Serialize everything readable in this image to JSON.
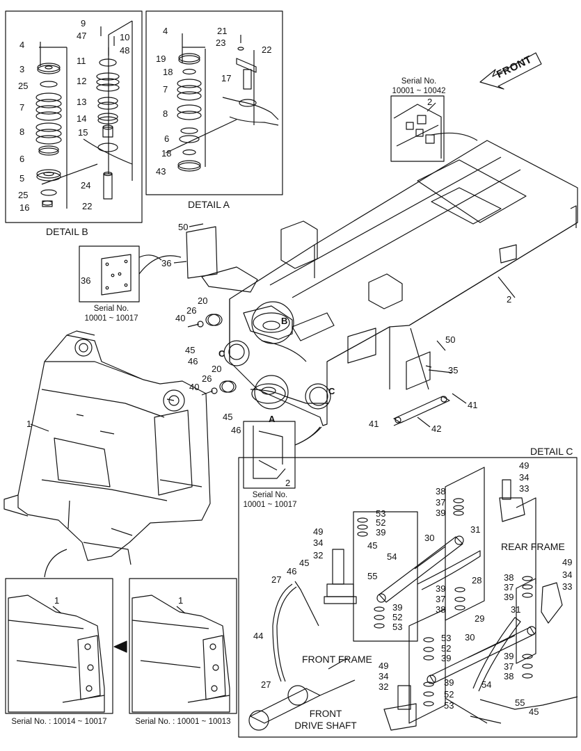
{
  "detail_titles": {
    "detail_a": "DETAIL A",
    "detail_b": "DETAIL B",
    "detail_c": "DETAIL C"
  },
  "captions": {
    "serial_top_right": [
      "Serial No.",
      "10001 ~ 10042"
    ],
    "serial_left_plate": [
      "Serial No.",
      "10001 ~ 10017"
    ],
    "serial_mid_bracket": [
      "Serial No.",
      "10001 ~ 10017"
    ],
    "serial_bottom_left": "Serial No. : 10014 ~ 10017",
    "serial_bottom_mid": "Serial No. : 10001 ~ 10013"
  },
  "direction_arrow": "FRONT",
  "zone_labels": {
    "rear_frame": "REAR FRAME",
    "front_frame": "FRONT FRAME",
    "front_drive_shaft": [
      "FRONT",
      "DRIVE SHAFT"
    ]
  },
  "callouts": {
    "detail_b": [
      "4",
      "3",
      "25",
      "7",
      "8",
      "6",
      "5",
      "25",
      "16",
      "9",
      "47",
      "10",
      "48",
      "11",
      "12",
      "13",
      "14",
      "15",
      "24",
      "22"
    ],
    "detail_a": [
      "4",
      "19",
      "18",
      "7",
      "8",
      "6",
      "18",
      "43",
      "21",
      "23",
      "22",
      "17"
    ],
    "serial_top_right": [
      "2"
    ],
    "main": [
      "50",
      "36",
      "36",
      "20",
      "26",
      "40",
      "B",
      "C",
      "45",
      "46",
      "20",
      "26",
      "40",
      "45",
      "46",
      "1",
      "A",
      "C",
      "2",
      "50",
      "35",
      "41",
      "41",
      "42",
      "2"
    ],
    "detail_c": [
      "49",
      "34",
      "33",
      "38",
      "37",
      "39",
      "53",
      "52",
      "39",
      "49",
      "34",
      "32",
      "45",
      "54",
      "55",
      "30",
      "31",
      "28",
      "39",
      "52",
      "53",
      "39",
      "37",
      "38",
      "38",
      "37",
      "39",
      "49",
      "34",
      "33",
      "46",
      "45",
      "27",
      "44",
      "31",
      "29",
      "30",
      "53",
      "52",
      "39",
      "39",
      "37",
      "38",
      "49",
      "34",
      "32",
      "39",
      "52",
      "53",
      "27",
      "54",
      "55",
      "45"
    ],
    "bottom_views": [
      "1",
      "1"
    ]
  }
}
